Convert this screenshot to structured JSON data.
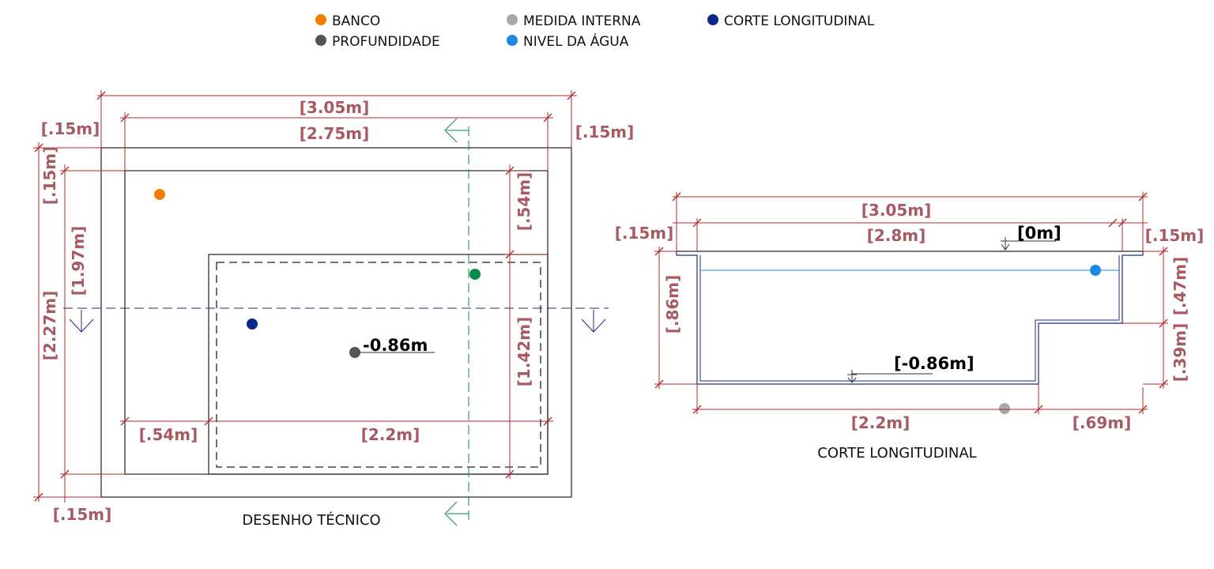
{
  "legend": [
    {
      "label": "BANCO",
      "color": "#f57c00"
    },
    {
      "label": "PROFUNDIDADE",
      "color": "#555555"
    },
    {
      "label": "MEDIDA INTERNA",
      "color": "#a8a8a8"
    },
    {
      "label": "NIVEL DA ÁGUA",
      "color": "#1e88e5"
    },
    {
      "label": "CORTE LONGITUDINAL",
      "color": "#0d2a8a"
    }
  ],
  "plan": {
    "caption": "DESENHO TÉCNICO",
    "depth_label": "-0.86m",
    "dims": {
      "total_width": "[3.05m]",
      "inner_width": "[2.75m]",
      "border_left_top": "[.15m]",
      "border_right_top": "[.15m]",
      "border_bottom": "[.15m]",
      "border_left_side": "[.15m]",
      "total_height": "[2.27m]",
      "inner_height": "[1.97m]",
      "bench_depth": "[.54m]",
      "deep_length": "[1.42m]",
      "bench_width": "[.54m]",
      "deep_width": "[2.2m]"
    },
    "markers": {
      "bench_color": "#f57c00",
      "depth_color": "#555555",
      "corte_color": "#0d2a8a",
      "section_color": "#0a8a4a"
    }
  },
  "section": {
    "caption": "CORTE LONGITUDINAL",
    "level_top": "[0m]",
    "level_bottom": "[-0.86m]",
    "dims": {
      "total_width": "[3.05m]",
      "inner_width": "[2.8m]",
      "border_left": "[.15m]",
      "border_right": "[.15m]",
      "depth": "[.86m]",
      "bench_height": "[.47m]",
      "step_height": "[.39m]",
      "deep_length": "[2.2m]",
      "bench_length": "[.69m]"
    },
    "markers": {
      "water_color": "#1e88e5",
      "internal_color": "#a8a8a8"
    }
  }
}
